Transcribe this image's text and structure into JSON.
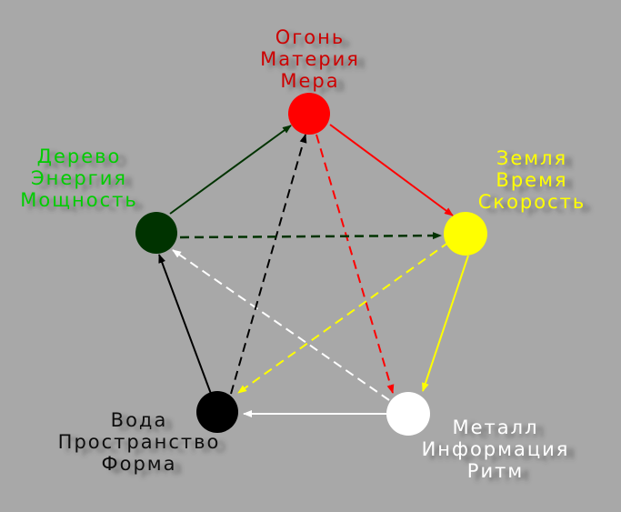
{
  "colors": {
    "background": "#a8a8a8",
    "fire": "#ff0000",
    "earth": "#ffff00",
    "metal": "#ffffff",
    "water": "#000000",
    "wood": "#003300",
    "fire_label": "#cc0000",
    "earth_label": "#ffff00",
    "metal_label": "#ffffff",
    "water_label": "#111111",
    "wood_label": "#00cc00"
  },
  "nodes": {
    "fire": {
      "lines": [
        "Огонь",
        "Материя",
        "Мера"
      ]
    },
    "earth": {
      "lines": [
        "Земля",
        "Время",
        "Скорость"
      ]
    },
    "metal": {
      "lines": [
        "Металл",
        "Информация",
        "Ритм"
      ]
    },
    "water": {
      "lines": [
        "Вода",
        "Пространство",
        "Форма"
      ]
    },
    "wood": {
      "lines": [
        "Дерево",
        "Энергия",
        "Мощность"
      ]
    }
  }
}
